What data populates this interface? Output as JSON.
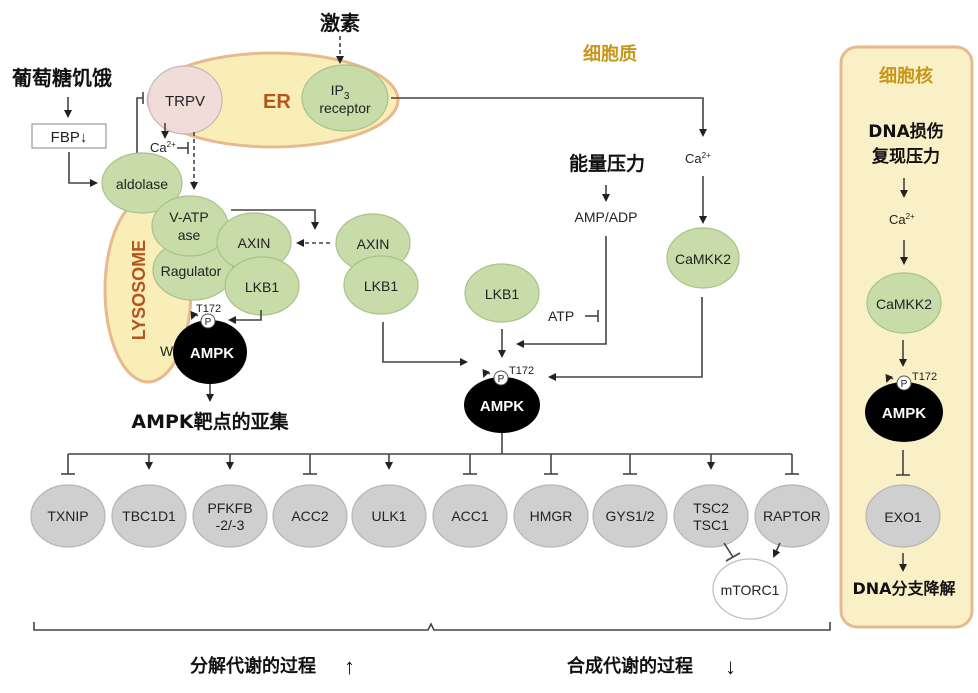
{
  "labels": {
    "hormone": "激素",
    "glucose_starvation": "葡萄糖饥饿",
    "fbp": "FBP↓",
    "cytoplasm": "细胞质",
    "nucleus": "细胞核",
    "energy_stress": "能量压力",
    "amp_adp": "AMP/ADP",
    "atp": "ATP",
    "ca_er": "Ca",
    "ca_sup": "2+",
    "ampk_targets_subset": "AMPK靶点的亚集",
    "catabolic": "分解代谢的过程",
    "anabolic": "合成代谢的过程",
    "catabolic_arrow": "↑",
    "anabolic_arrow": "↓",
    "dna_damage_line1": "DNA损伤",
    "dna_damage_line2": "复现压力",
    "dna_branch_degradation": "DNA分支降解",
    "t172": "T172",
    "p": "P",
    "w": "W"
  },
  "organelles": {
    "er": "ER",
    "lysosome": "LYSOSOME"
  },
  "proteins": {
    "trpv": "TRPV",
    "ip3_line1": "IP",
    "ip3_sub": "3",
    "ip3_line2": "receptor",
    "aldolase": "aldolase",
    "vatpase_line1": "V-ATP",
    "vatpase_line2": "ase",
    "ragulator": "Ragulator",
    "axin": "AXIN",
    "lkb1": "LKB1",
    "camkk2": "CaMKK2",
    "ampk": "AMPK",
    "mtorc1": "mTORC1",
    "exo1": "EXO1"
  },
  "targets": [
    {
      "line1": "TXNIP",
      "line2": "",
      "effect": "inhibit"
    },
    {
      "line1": "TBC1D1",
      "line2": "",
      "effect": "activate"
    },
    {
      "line1": "PFKFB",
      "line2": "-2/-3",
      "effect": "activate"
    },
    {
      "line1": "ACC2",
      "line2": "",
      "effect": "inhibit"
    },
    {
      "line1": "ULK1",
      "line2": "",
      "effect": "activate"
    },
    {
      "line1": "ACC1",
      "line2": "",
      "effect": "inhibit"
    },
    {
      "line1": "HMGR",
      "line2": "",
      "effect": "inhibit"
    },
    {
      "line1": "GYS1/2",
      "line2": "",
      "effect": "inhibit"
    },
    {
      "line1": "TSC2",
      "line2": "TSC1",
      "effect": "activate"
    },
    {
      "line1": "RAPTOR",
      "line2": "",
      "effect": "inhibit"
    }
  ],
  "colors": {
    "protein_green": "#c7dca8",
    "target_grey": "#cfcfcf",
    "er_fill": "#f9edb8",
    "er_border": "#e8b98c",
    "trpv_pink": "#f0dcd8",
    "organelle_label": "#b5541b",
    "region_label": "#c9961a",
    "nucleus_fill": "#faf0c8"
  }
}
